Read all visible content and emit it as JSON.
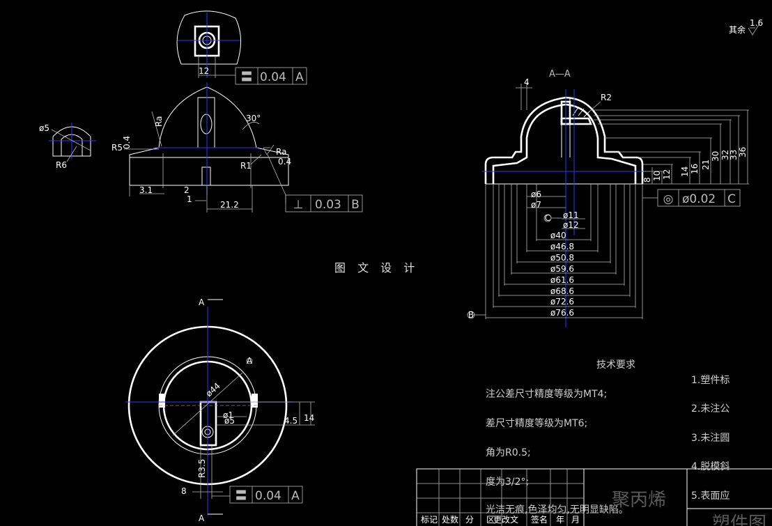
{
  "title_watermark": "图 文 设 计",
  "roughness": {
    "label": "其余",
    "value": "1.6"
  },
  "section_label": "A—A",
  "section_marker": "A",
  "tolerance_frames": [
    {
      "symbol": "〓",
      "value": "0.04",
      "datum": "A"
    },
    {
      "symbol": "⊥",
      "value": "0.03",
      "datum": "B"
    },
    {
      "symbol": "◎",
      "value": "ø0.02",
      "datum": "C"
    },
    {
      "symbol": "〓",
      "value": "0.04",
      "datum": "A"
    }
  ],
  "dims_front": {
    "d12": "12",
    "ra": "Ra",
    "ra_val": "0.4",
    "r5": "R5",
    "ang30": "30°",
    "r1": "R1",
    "ra2": "Ra",
    "ra2_val": "0.4",
    "d31": "3.1",
    "d2": "2",
    "d1": "1",
    "d212": "21.2",
    "r6": "R6",
    "phi5": "ø5"
  },
  "dims_section": {
    "d4": "4",
    "r2": "R2",
    "heights": [
      "36",
      "33",
      "32",
      "30",
      "21",
      "16",
      "14",
      "12",
      "10",
      "8"
    ],
    "diameters": [
      "ø6",
      "ø7",
      "ø11",
      "ø12",
      "ø40",
      "ø46.8",
      "ø50.8",
      "ø59.6",
      "ø61.6",
      "ø68.6",
      "ø72.6",
      "ø76.6"
    ],
    "datum_c": "C",
    "datum_b": "B"
  },
  "dims_top": {
    "d44": "ø44",
    "phi1": "ø1",
    "phi5": "ø5",
    "d45": "4.5",
    "d14": "14",
    "r35": "R3.5",
    "d8": "8",
    "mark_a": "A"
  },
  "tech": {
    "heading": "技术要求",
    "items_right": [
      "1.塑件标",
      "2.未注公",
      "3.未注圆",
      "4.脱模斜",
      "5.表面应"
    ],
    "items_left": [
      "注公差尺寸精度等级为MT4;",
      "差尺寸精度等级为MT6;",
      "角为R0.5;",
      "度为3/2°;",
      "光洁无痕,色泽均匀,无明显缺陷。"
    ]
  },
  "title_block": {
    "material": "聚丙烯",
    "part": "塑件图",
    "labels": [
      "标记",
      "处数",
      "分",
      "区",
      "更改文",
      "签名",
      "年",
      "月"
    ]
  }
}
